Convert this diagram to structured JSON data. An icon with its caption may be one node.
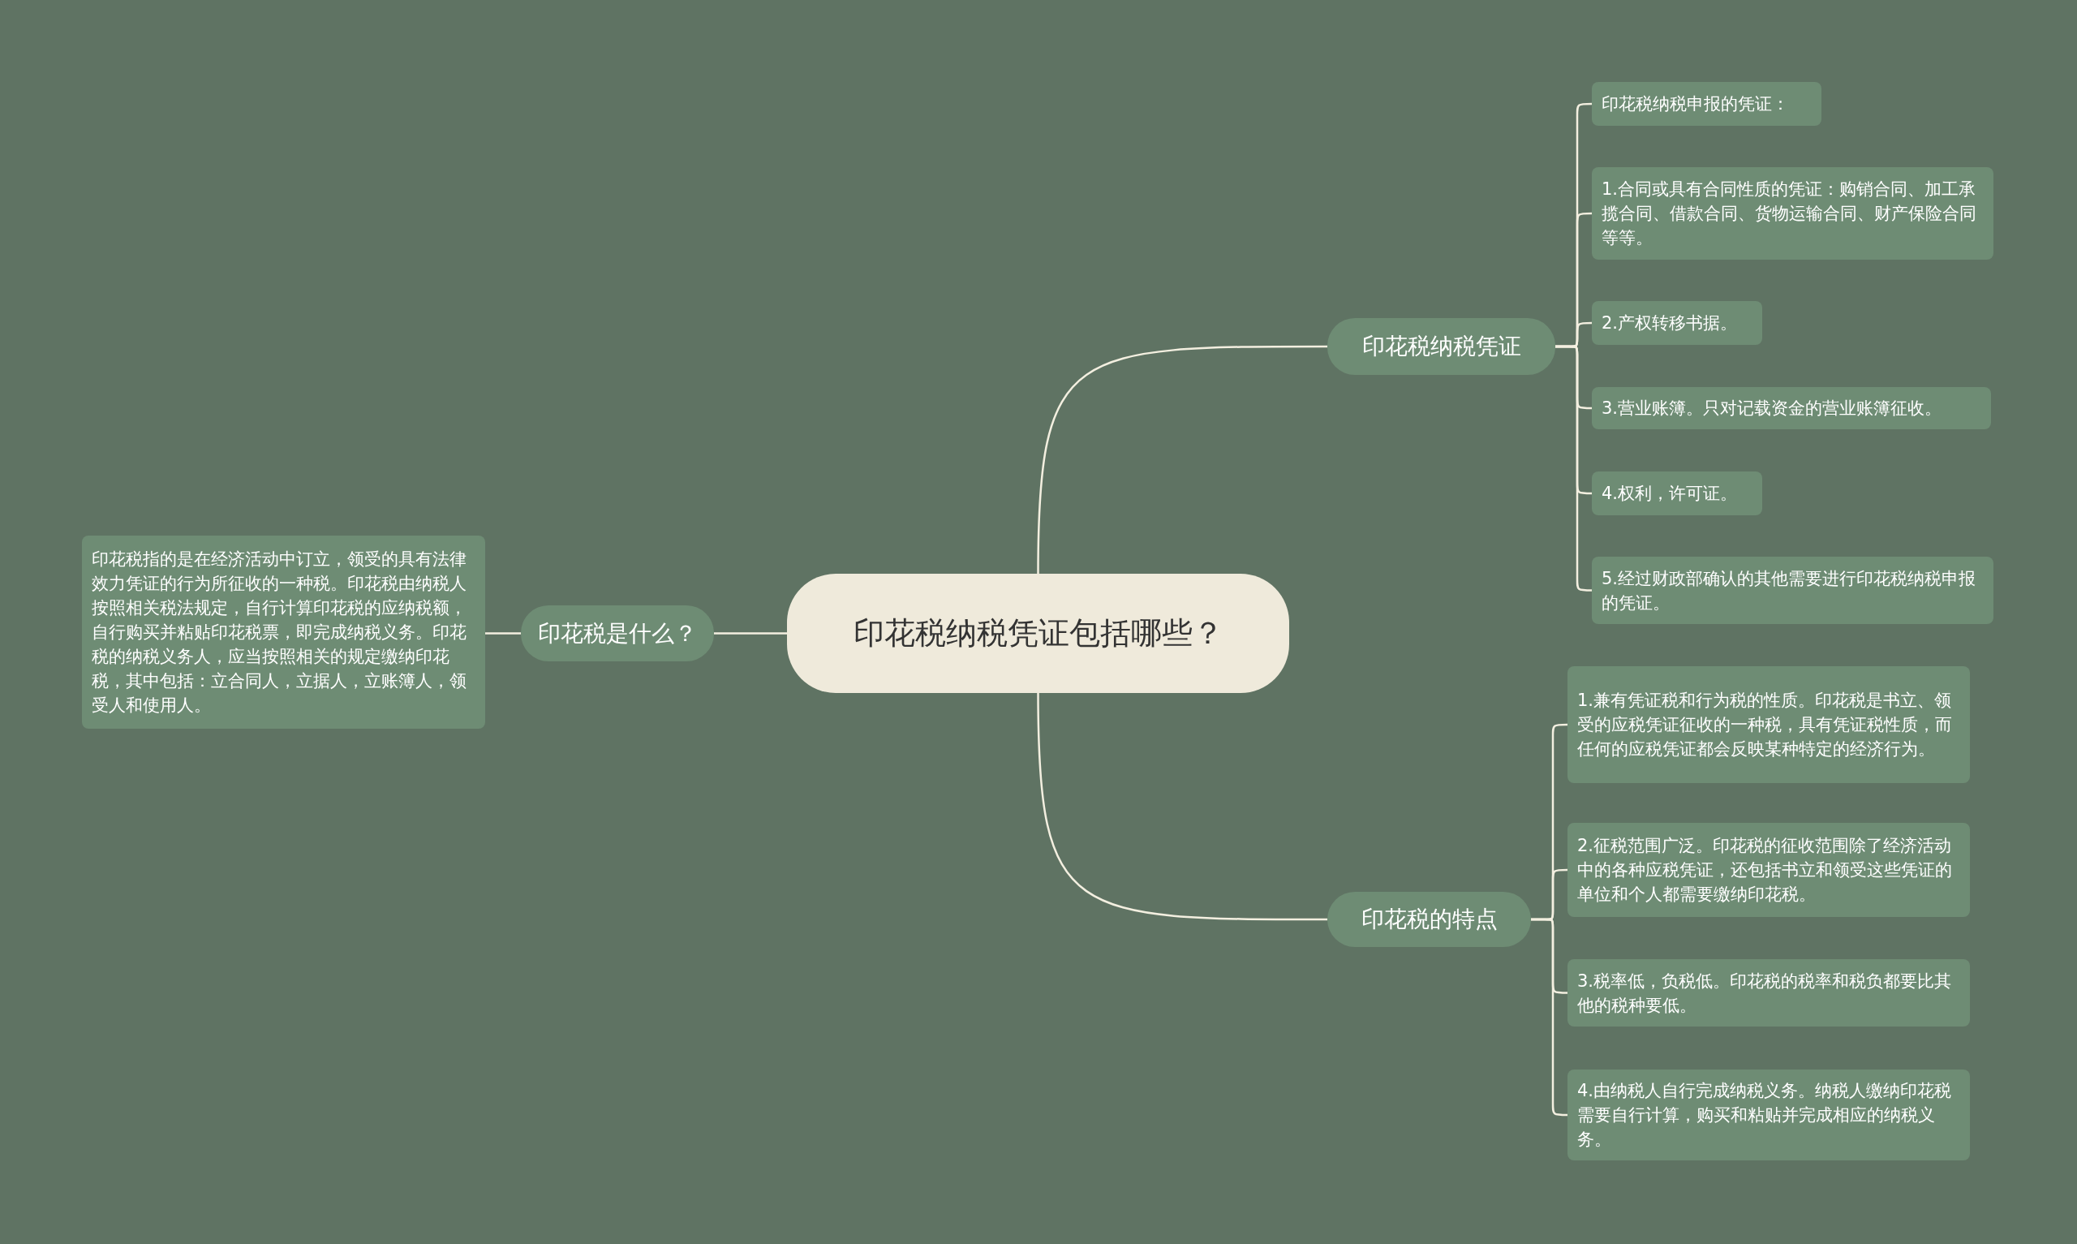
{
  "diagram": {
    "nodes": [
      {
        "text": [
          "印花税纳税凭证包括哪些？"
        ]
      },
      {
        "text": [
          "印花税纳税凭证"
        ]
      },
      {
        "text": [
          "印花税纳税申报的凭证："
        ]
      },
      {
        "text": [
          "1.合同或具有合同性质的凭证：购销合同、加工承揽合同、借款合同、货物运输合同、财产保险合同等等。"
        ]
      },
      {
        "text": [
          "2.产权转移书据。"
        ]
      },
      {
        "text": [
          "3.营业账簿。只对记载资金的营业账簿征收。"
        ]
      },
      {
        "text": [
          "4.权利，许可证。"
        ]
      },
      {
        "text": [
          "5.经过财政部确认的其他需要进行印花税纳税申报的凭证。"
        ]
      },
      {
        "text": [
          "印花税的特点"
        ]
      },
      {
        "text": [
          "1.兼有凭证税和行为税的性质。印花税是书立、领受的应税凭证征收的一种税，具有凭证税性质，而任何的应税凭证都会反映某种特定的经济行为。"
        ]
      },
      {
        "text": [
          "2.征税范围广泛。印花税的征收范围除了经济活动中的各种应税凭证，还包括书立和领受这些凭证的单位和个人都需要缴纳印花税。"
        ]
      },
      {
        "text": [
          "3.税率低，负税低。印花税的税率和税负都要比其他的税种要低。"
        ]
      },
      {
        "text": [
          "4.由纳税人自行完成纳税义务。纳税人缴纳印花税需要自行计算，购买和粘贴并完成相应的纳税义务。"
        ]
      },
      {
        "text": [
          "印花税是什么？"
        ]
      },
      {
        "text": [
          "印花税指的是在经济活动中订立，领受的具有法律效力凭证的行为所征收的一种税。印花税由纳税人按照相关税法规定，自行计算印花税的应纳税额，自行购买并粘贴印花税票，即完成纳税义务。印花税的纳税义务人，应当按照相关的规定缴纳印花税，其中包括：立合同人，立据人，立账簿人，领受人和使用人。"
        ]
      }
    ],
    "edges": [
      {
        "from": 0,
        "to": 1,
        "arrow": "none"
      },
      {
        "from": 1,
        "to": 2,
        "arrow": "none"
      },
      {
        "from": 1,
        "to": 3,
        "arrow": "none"
      },
      {
        "from": 1,
        "to": 4,
        "arrow": "none"
      },
      {
        "from": 1,
        "to": 5,
        "arrow": "none"
      },
      {
        "from": 1,
        "to": 6,
        "arrow": "none"
      },
      {
        "from": 1,
        "to": 7,
        "arrow": "none"
      },
      {
        "from": 0,
        "to": 8,
        "arrow": "none"
      },
      {
        "from": 8,
        "to": 9,
        "arrow": "none"
      },
      {
        "from": 8,
        "to": 10,
        "arrow": "none"
      },
      {
        "from": 8,
        "to": 11,
        "arrow": "none"
      },
      {
        "from": 8,
        "to": 12,
        "arrow": "none"
      },
      {
        "from": 0,
        "to": 13,
        "arrow": "none"
      },
      {
        "from": 13,
        "to": 14,
        "arrow": "none"
      }
    ]
  }
}
